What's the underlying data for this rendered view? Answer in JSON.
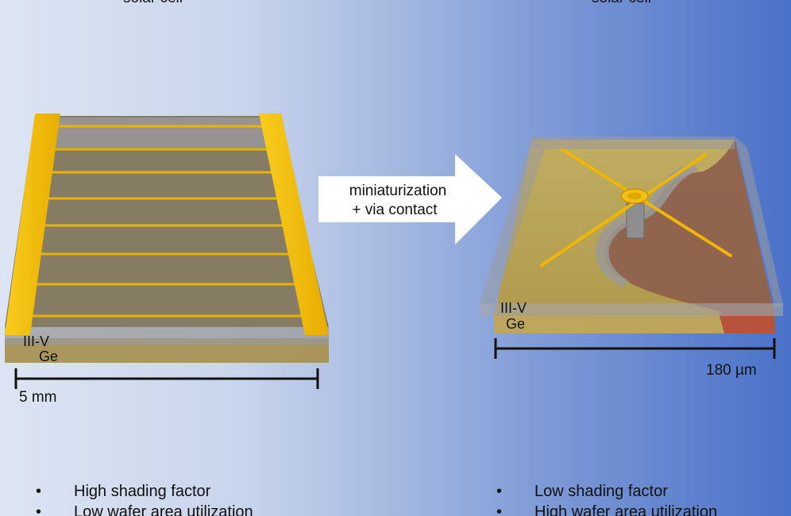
{
  "left_cell": {
    "title": "solar cell",
    "layer_top": "III-V",
    "layer_bottom": "Ge",
    "scale": "5 mm"
  },
  "right_cell": {
    "title": "solar cell",
    "layer_top": "III-V",
    "layer_bottom": "Ge",
    "scale": "180 µm"
  },
  "arrow": {
    "line1": "miniaturization",
    "line2": "+ via contact"
  },
  "left_bullets": [
    "High shading factor",
    "Low wafer area utilization"
  ],
  "right_bullets": [
    "Low shading factor",
    "High wafer area utilization"
  ],
  "colors": {
    "gold_contact": "#f6c20f",
    "iiiv_layer": "#8c8266",
    "ge_layer": "#a8913f",
    "right_surface": "#b8a45a",
    "right_contact_pad": "#8e5a48",
    "arrow_fill": "#ffffff"
  }
}
